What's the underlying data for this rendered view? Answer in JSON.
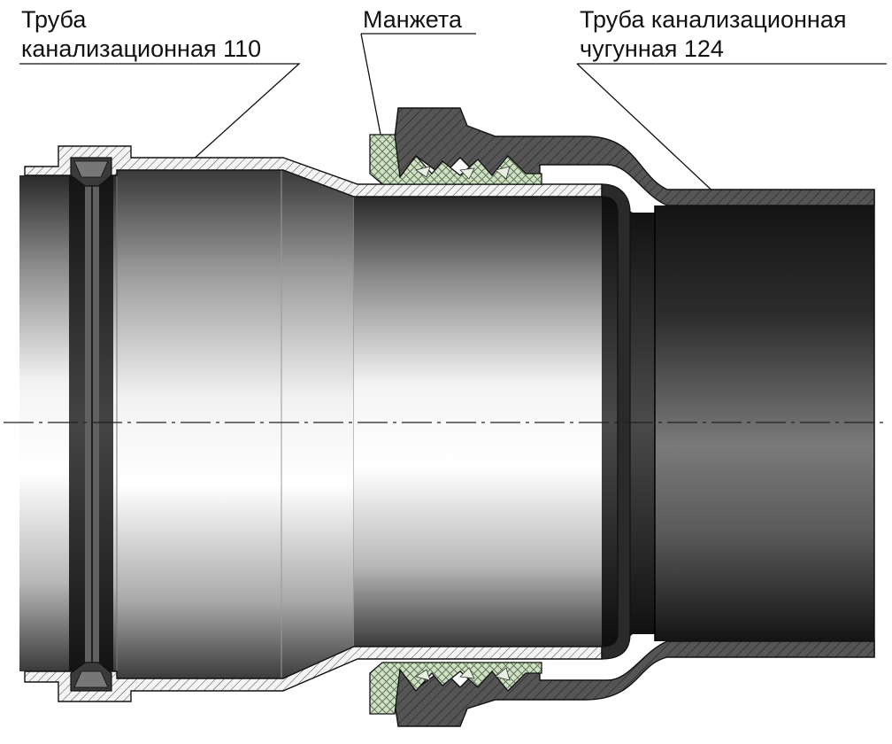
{
  "labels": {
    "pipe_110_line1": "Труба",
    "pipe_110_line2": "канализационная 110",
    "cuff": "Манжета",
    "pipe_124_line1": "Труба канализационная",
    "pipe_124_line2": "чугунная 124"
  },
  "colors": {
    "outline": "#111111",
    "cast_iron_wall": "#5a5a5a",
    "cuff_fill": "#cfe0c4",
    "plastic_wall": "#f2f2f2",
    "pipe_dark": "#1e1e1e",
    "pipe_light": "#f7f7f7"
  }
}
